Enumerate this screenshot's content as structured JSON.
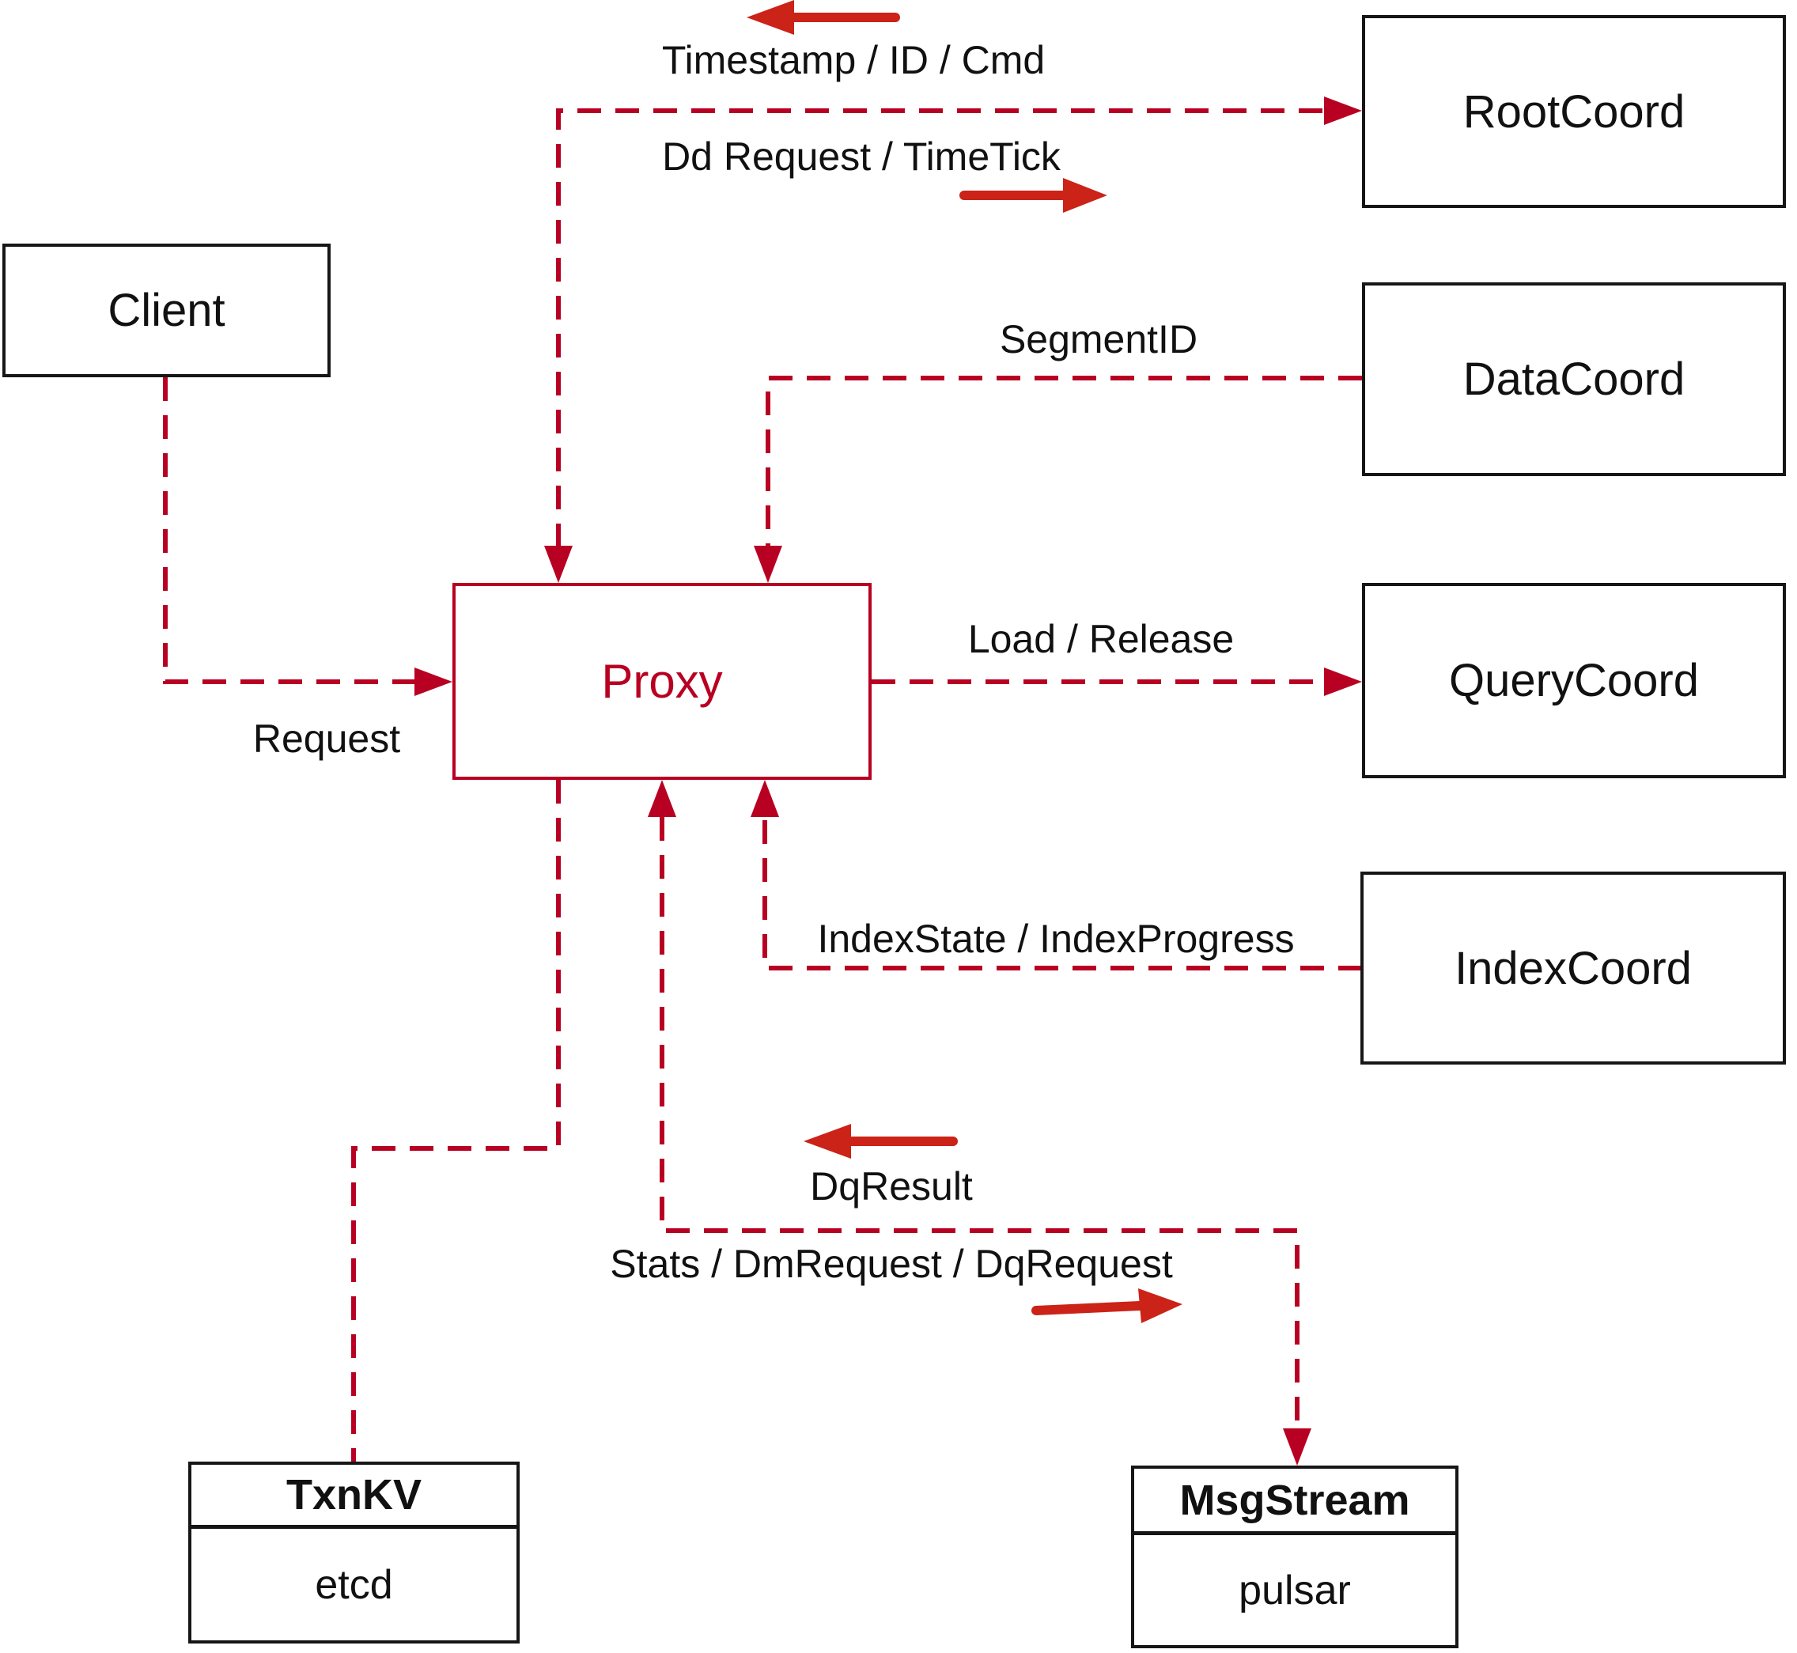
{
  "diagram": {
    "nodes": {
      "client": {
        "label": "Client"
      },
      "root_coord": {
        "label": "RootCoord"
      },
      "data_coord": {
        "label": "DataCoord"
      },
      "query_coord": {
        "label": "QueryCoord"
      },
      "index_coord": {
        "label": "IndexCoord"
      },
      "proxy": {
        "label": "Proxy"
      },
      "txn_kv": {
        "title": "TxnKV",
        "subtitle": "etcd"
      },
      "msg_stream": {
        "title": "MsgStream",
        "subtitle": "pulsar"
      }
    },
    "edge_labels": {
      "timestamp_id_cmd": "Timestamp / ID / Cmd",
      "dd_request_timetick": "Dd Request / TimeTick",
      "segment_id": "SegmentID",
      "load_release": "Load / Release",
      "index_state_progress": "IndexState / IndexProgress",
      "dq_result": "DqResult",
      "stats_dm_dq": "Stats / DmRequest / DqRequest",
      "request": "Request"
    },
    "colors": {
      "line": "#b80022",
      "arrow": "#cb2317",
      "node_border": "#161616",
      "text": "#111111"
    }
  }
}
